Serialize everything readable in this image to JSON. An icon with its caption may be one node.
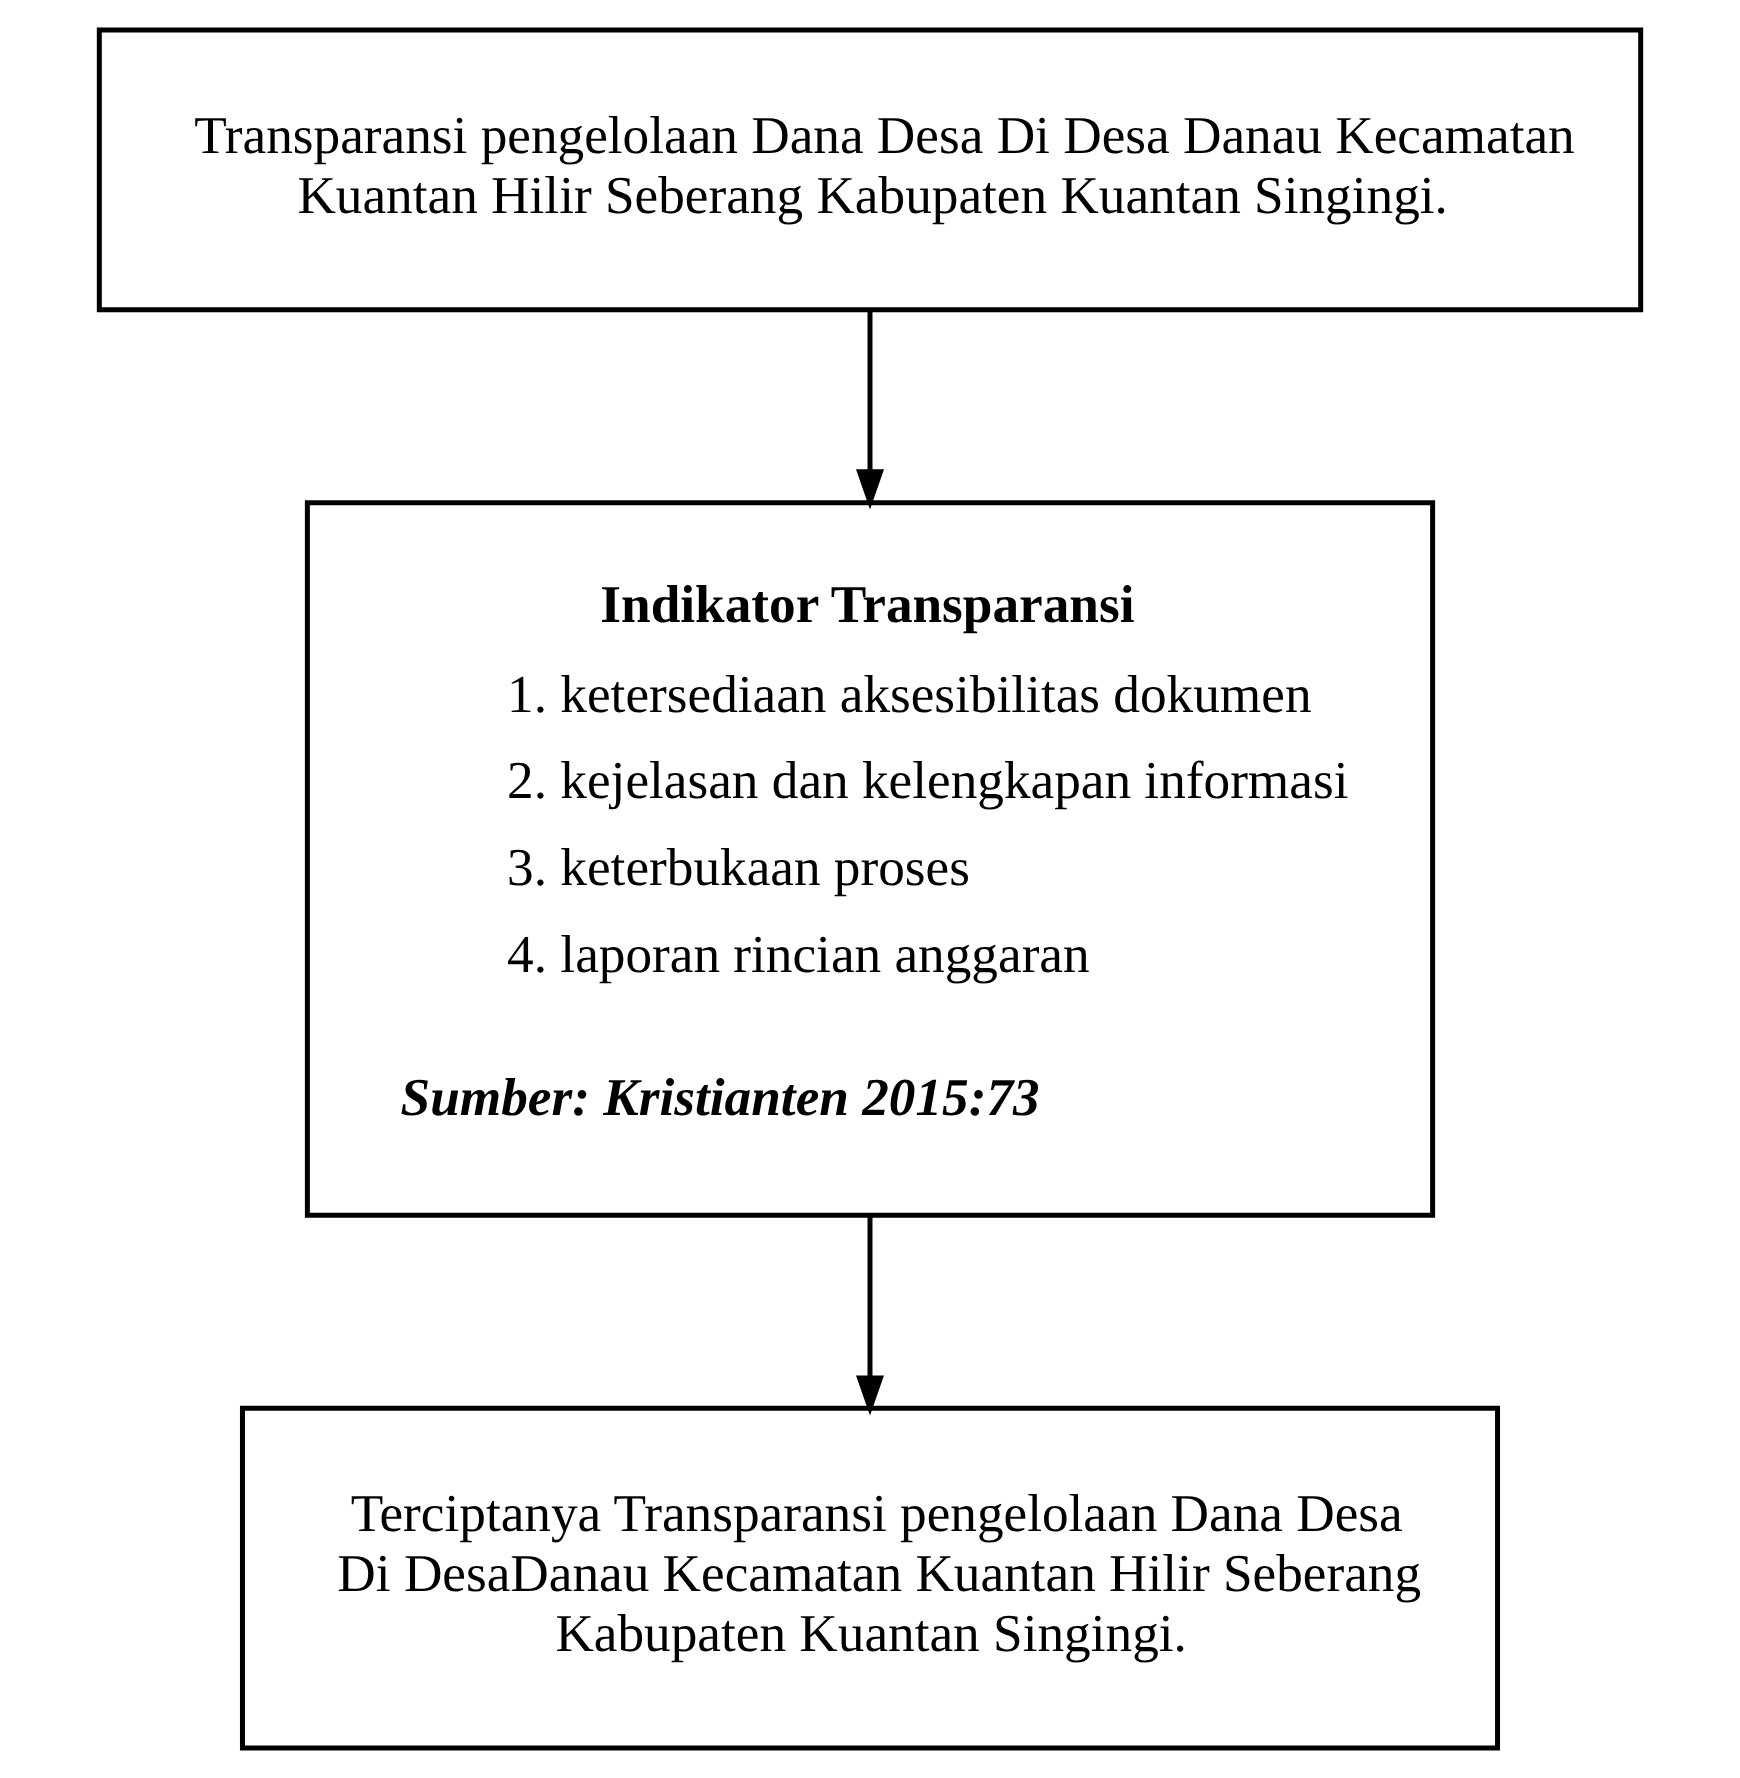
{
  "diagram": {
    "nodes": [
      {
        "text": [
          "Transparansi pengelolaan Dana Desa Di Desa Danau Kecamatan Kuantan Hilir Seberang Kabupaten Kuantan Singingi."
        ]
      },
      {
        "text": [
          "Indikator Transparansi",
          "1. ketersediaan aksesibilitas dokumen",
          "2. kejelasan dan kelengkapan informasi",
          "3. keterbukaan proses",
          "4. laporan rincian anggaran",
          "Sumber: Kristianten 2015:73"
        ]
      },
      {
        "text": [
          "Terciptanya Transparansi pengelolaan Dana Desa Di DesaDanau Kecamatan Kuantan Hilir Seberang Kabupaten Kuantan Singingi."
        ]
      }
    ],
    "edges": [
      {
        "from": 0,
        "to": 1,
        "arrow": "to"
      },
      {
        "from": 1,
        "to": 2,
        "arrow": "to"
      }
    ]
  }
}
